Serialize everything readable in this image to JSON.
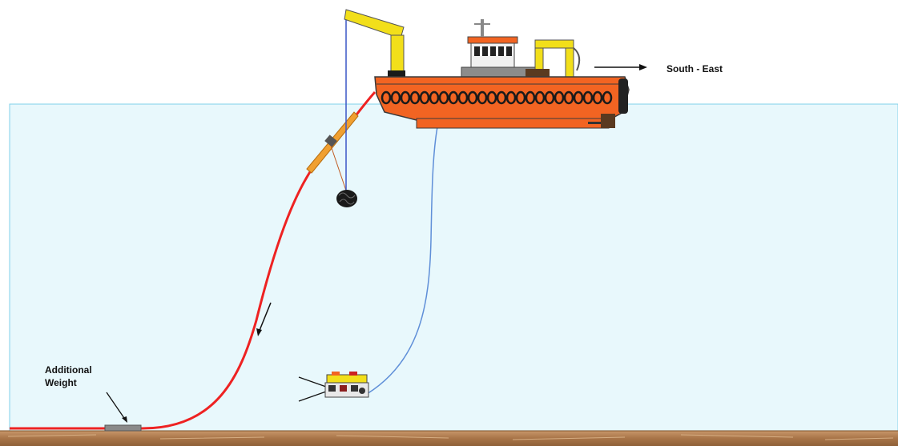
{
  "labels": {
    "direction": "South - East",
    "weight_line1": "Additional",
    "weight_line2": "Weight"
  },
  "colors": {
    "sea": "#e8f8fc",
    "sea_line": "#7fd0ea",
    "seabed": "#b07e4e",
    "vessel_hull": "#f26422",
    "crane": "#f2df1a",
    "cable": "#ee2222",
    "umbilical": "#5f8fd8",
    "float": "#f0a030"
  },
  "icons": {
    "direction_arrow": "arrow-right-icon",
    "descent_arrow": "arrow-down-left-icon",
    "rov": "rov-icon",
    "vessel": "vessel-icon",
    "weight": "weight-block-icon"
  }
}
